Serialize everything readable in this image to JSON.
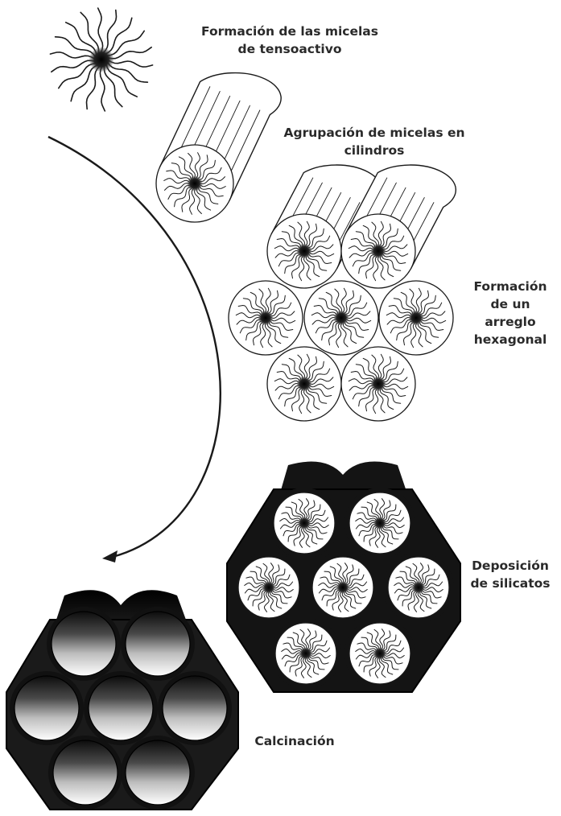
{
  "steps": [
    {
      "line1": "Formación de las micelas",
      "line2": "de tensoactivo"
    },
    {
      "line1": "Agrupación de micelas en",
      "line2": "cilindros"
    },
    {
      "line1": "Formación",
      "line2": "de un",
      "line3": "arreglo",
      "line4": "hexagonal"
    },
    {
      "line1": "Deposición",
      "line2": "de silicatos"
    },
    {
      "line1": "Calcinación"
    }
  ],
  "colors": {
    "ink": "#1a1a1a",
    "label": "#2a2a2a",
    "silica": "#141414",
    "background": "#ffffff"
  }
}
